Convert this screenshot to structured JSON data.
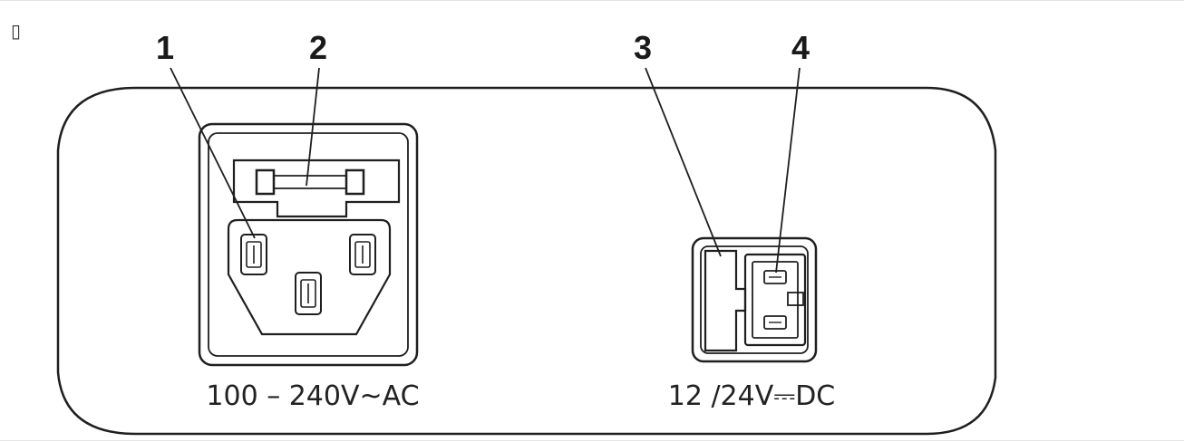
{
  "corner_glyph": "▯",
  "callouts": [
    {
      "label": "1"
    },
    {
      "label": "2"
    },
    {
      "label": "3"
    },
    {
      "label": "4"
    }
  ],
  "ac_port": {
    "rating": "100 – 240V~AC"
  },
  "dc_port": {
    "rating": "12 /24V⎓DC"
  },
  "colors": {
    "line": "#1f1f1f",
    "background": "#ffffff"
  }
}
